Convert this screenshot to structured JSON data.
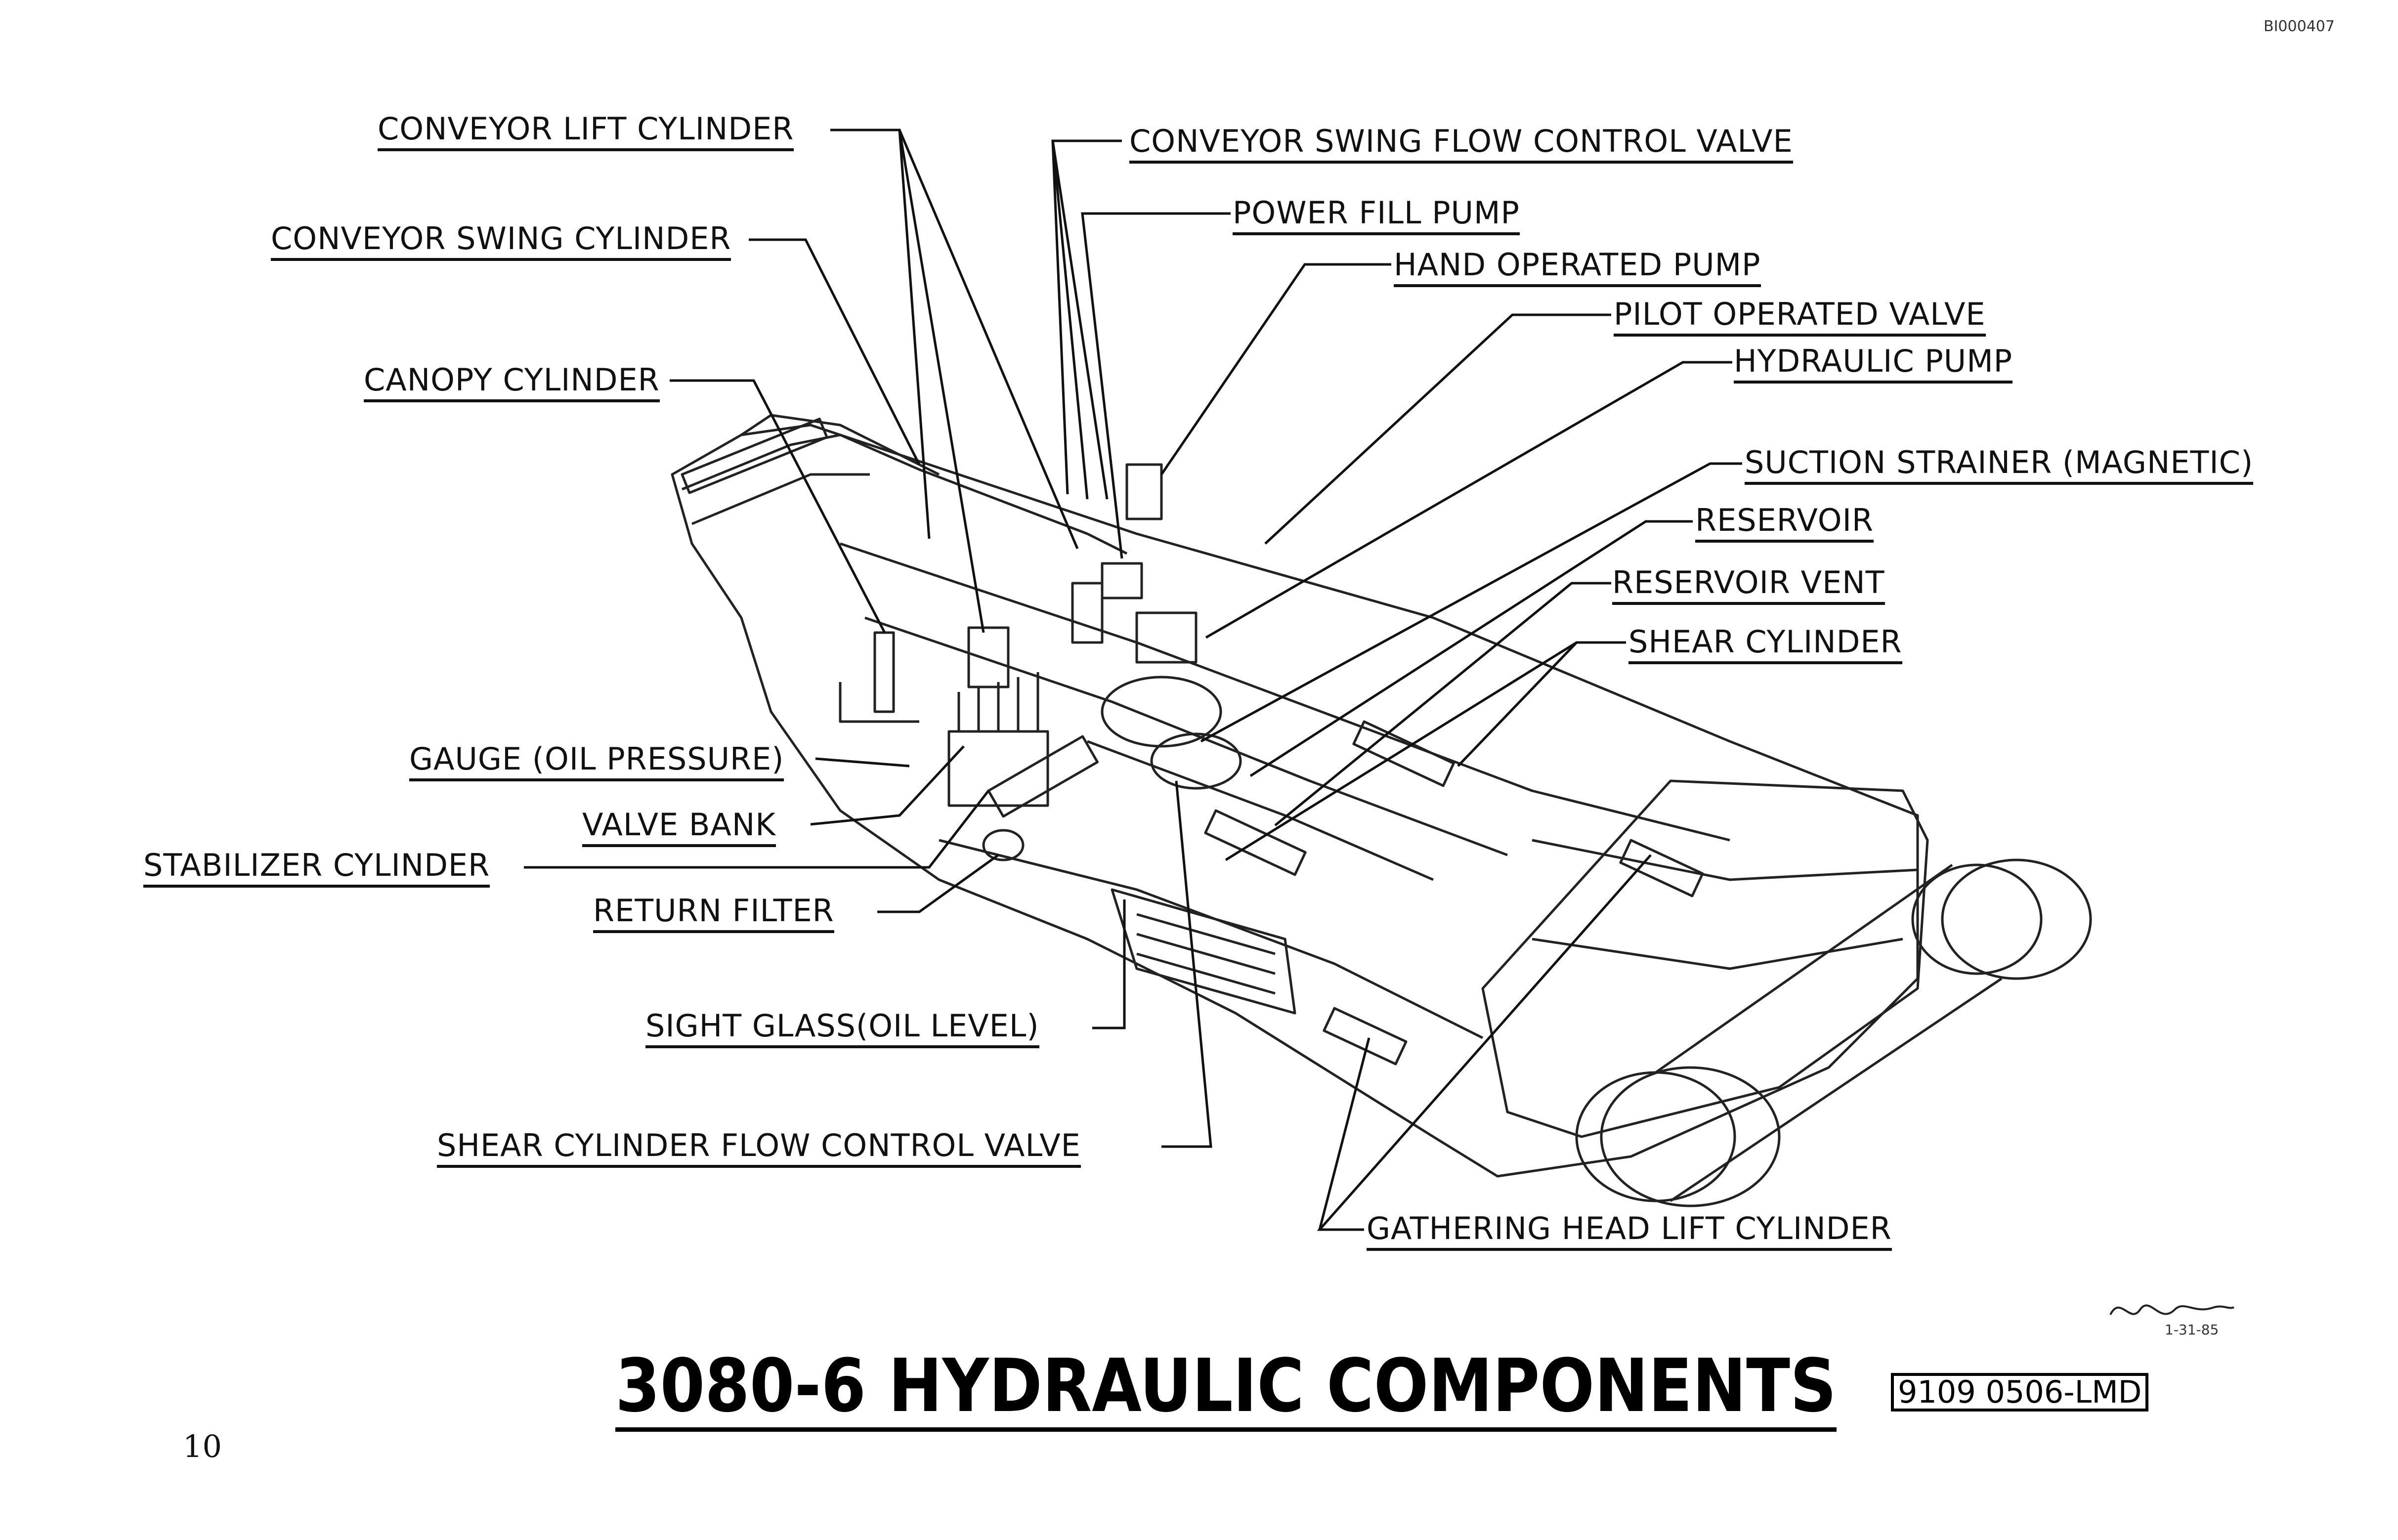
{
  "document": {
    "code": "BI000407",
    "title": "3080-6 HYDRAULIC COMPONENTS",
    "drawing_number": "9109 0506-LMD",
    "page_number": "10",
    "signature_text": "1-31-85"
  },
  "labels": {
    "conveyor_lift_cylinder": "CONVEYOR LIFT CYLINDER",
    "conveyor_swing_cylinder": "CONVEYOR SWING CYLINDER",
    "canopy_cylinder": "CANOPY CYLINDER",
    "gauge_oil_pressure": "GAUGE (OIL PRESSURE)",
    "valve_bank": "VALVE BANK",
    "stabilizer_cylinder": "STABILIZER CYLINDER",
    "return_filter": "RETURN FILTER",
    "sight_glass": "SIGHT GLASS(OIL LEVEL)",
    "shear_cylinder_flow_control_valve": "SHEAR CYLINDER FLOW CONTROL VALVE",
    "conveyor_swing_flow_control_valve": "CONVEYOR SWING FLOW CONTROL VALVE",
    "power_fill_pump": "POWER FILL PUMP",
    "hand_operated_pump": "HAND OPERATED PUMP",
    "pilot_operated_valve": "PILOT OPERATED VALVE",
    "hydraulic_pump": "HYDRAULIC PUMP",
    "suction_strainer": "SUCTION STRAINER (MAGNETIC)",
    "reservoir": "RESERVOIR",
    "reservoir_vent": "RESERVOIR VENT",
    "shear_cylinder": "SHEAR CYLINDER",
    "gathering_head_lift_cylinder": "GATHERING HEAD LIFT CYLINDER"
  }
}
